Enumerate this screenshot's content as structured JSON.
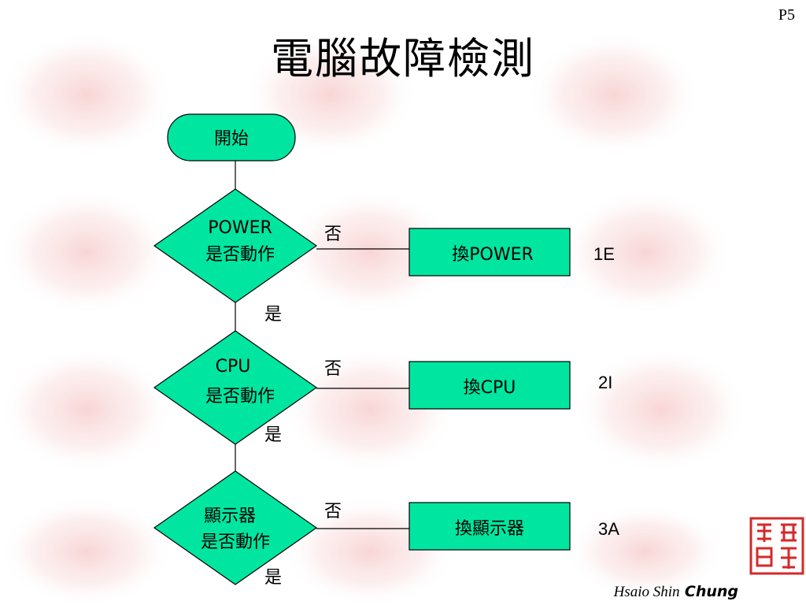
{
  "page_number": "P5",
  "title": "電腦故障檢測",
  "nodes": {
    "start": "開始",
    "power_q_line1": "POWER",
    "power_q_line2": "是否動作",
    "cpu_q_line1": "CPU",
    "cpu_q_line2": "是否動作",
    "display_q_line1": "顯示器",
    "display_q_line2": "是否動作",
    "replace_power": "換POWER",
    "replace_cpu": "換CPU",
    "replace_display": "換顯示器"
  },
  "edge_labels": {
    "no_1": "否",
    "yes_1": "是",
    "no_2": "否",
    "yes_2": "是",
    "no_3": "否",
    "yes_3": "是"
  },
  "codes": {
    "power": "1E",
    "cpu": "2I",
    "display": "3A"
  },
  "signature": {
    "first": "Hsaio Shin",
    "last": "Chung"
  },
  "colors": {
    "node_fill": "#00e6a0",
    "line": "#000000",
    "seal": "#d42a2a",
    "rose": "#f6c9c9"
  }
}
